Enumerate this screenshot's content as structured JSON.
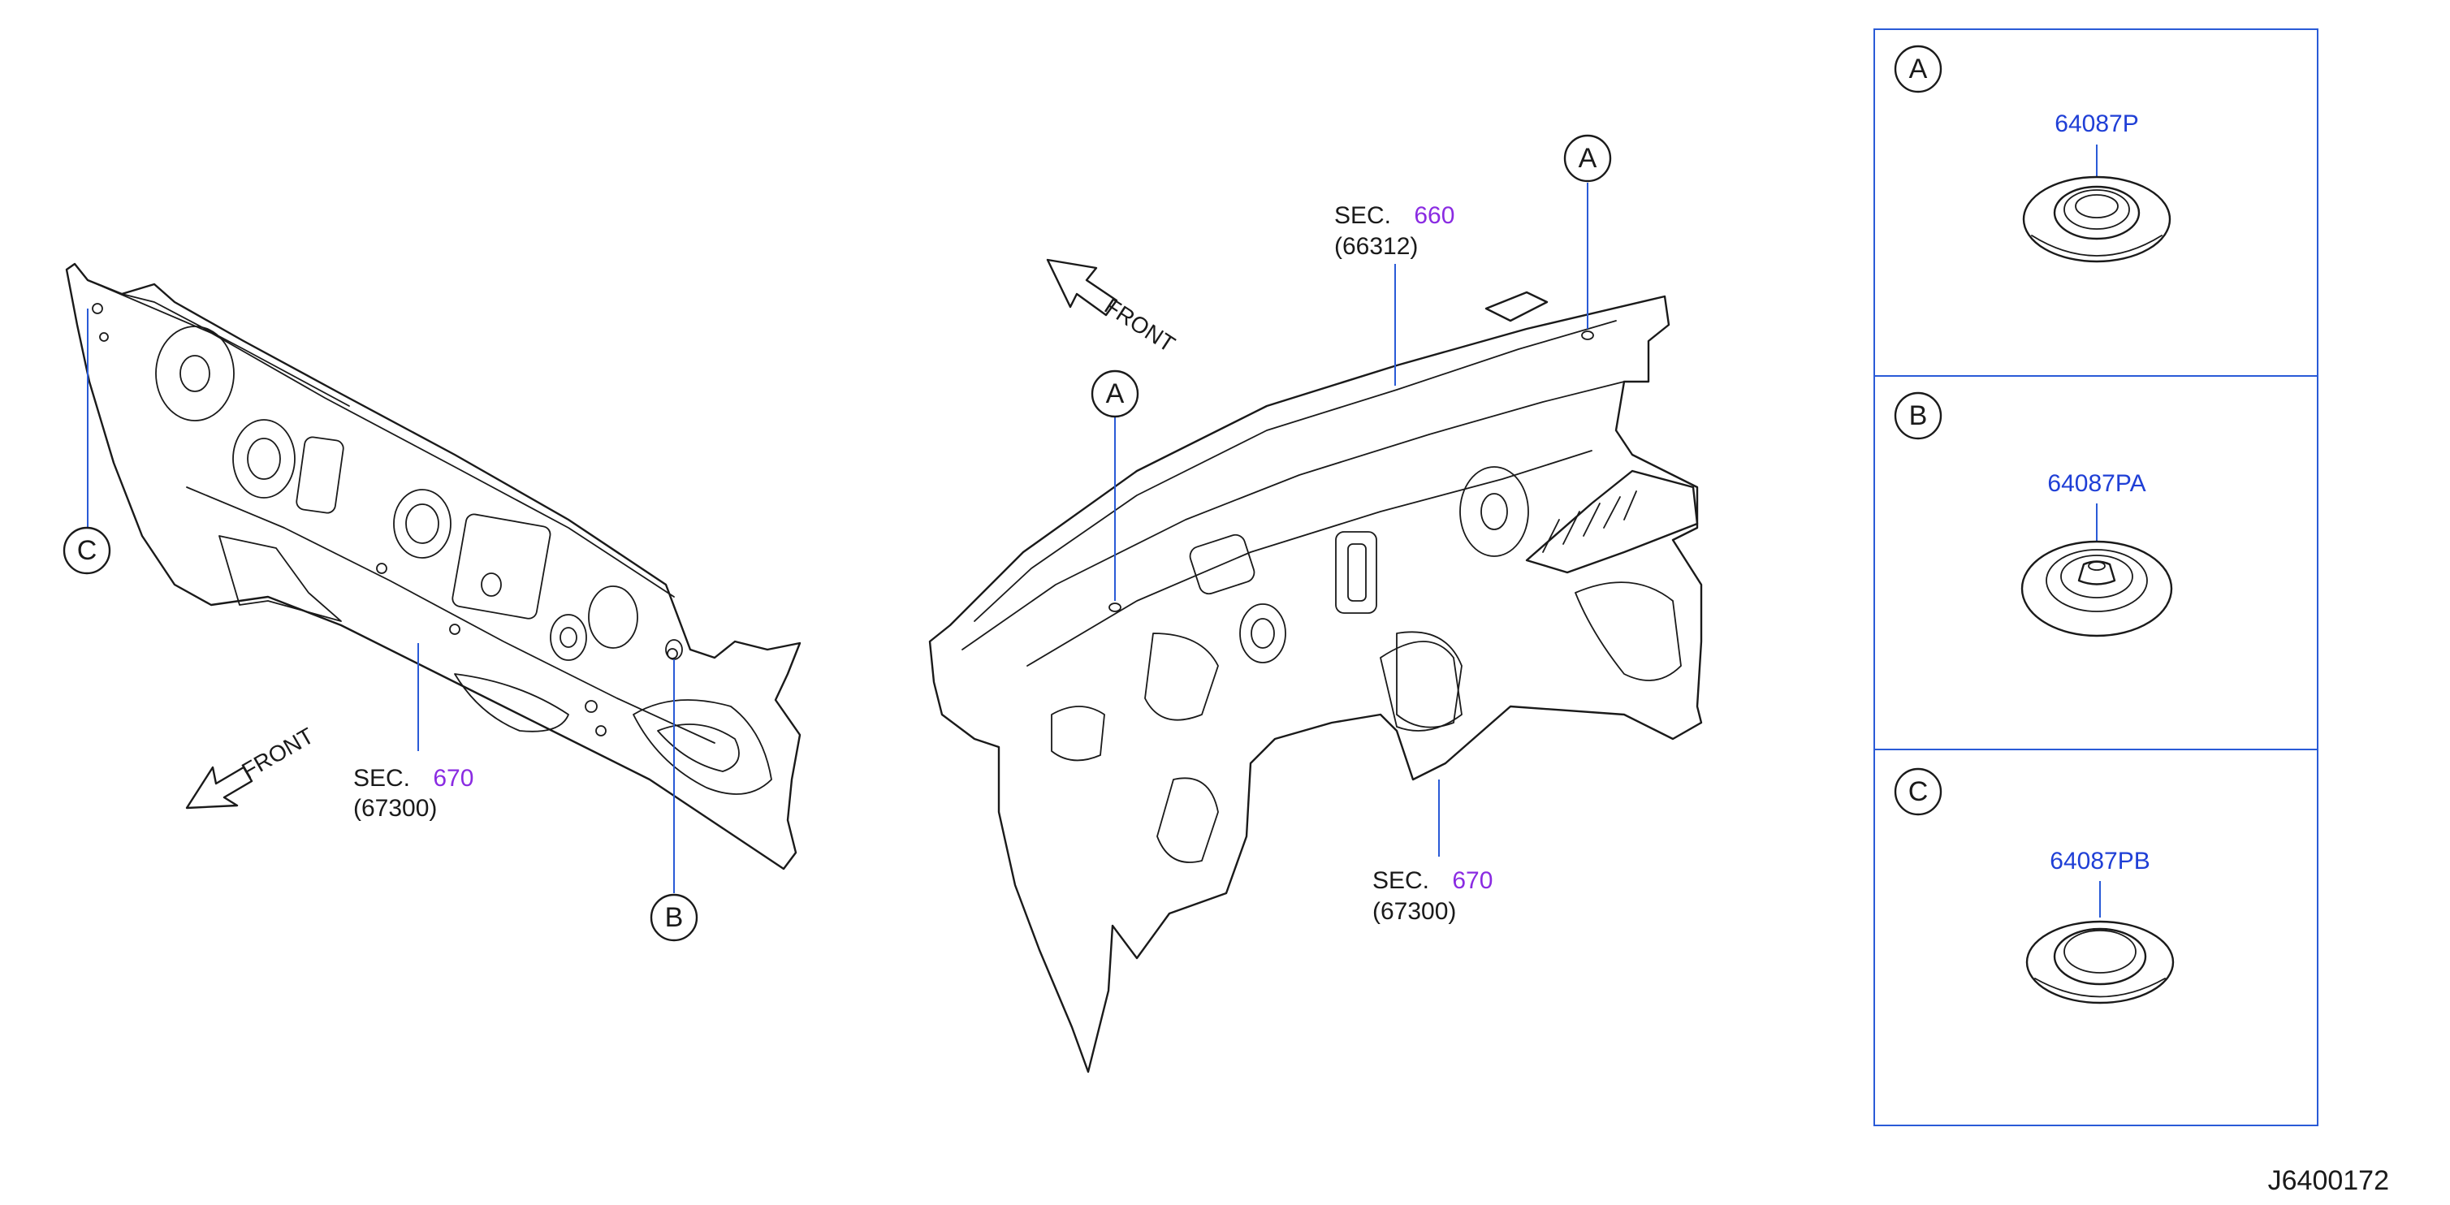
{
  "colors": {
    "line": "#1a1a1a",
    "leader": "#2a5bd7",
    "section_ref": "#8a2be2",
    "part_number": "#1f3fd6"
  },
  "left_assembly": {
    "callout_c": "C",
    "callout_b": "B",
    "front": "FRONT",
    "sec_prefix": "SEC.",
    "sec_number": "670",
    "sec_code": "(67300)"
  },
  "center_assembly": {
    "callout_a_left": "A",
    "callout_a_right": "A",
    "front": "FRONT",
    "sec_upper_prefix": "SEC.",
    "sec_upper_number": "660",
    "sec_upper_code": "(66312)",
    "sec_lower_prefix": "SEC.",
    "sec_lower_number": "670",
    "sec_lower_code": "(67300)"
  },
  "detail_panels": [
    {
      "letter": "A",
      "part_number": "64087P"
    },
    {
      "letter": "B",
      "part_number": "64087PA"
    },
    {
      "letter": "C",
      "part_number": "64087PB"
    }
  ],
  "reference_id": "J6400172",
  "icons": [
    "front-arrow-icon",
    "grommet-icon"
  ]
}
